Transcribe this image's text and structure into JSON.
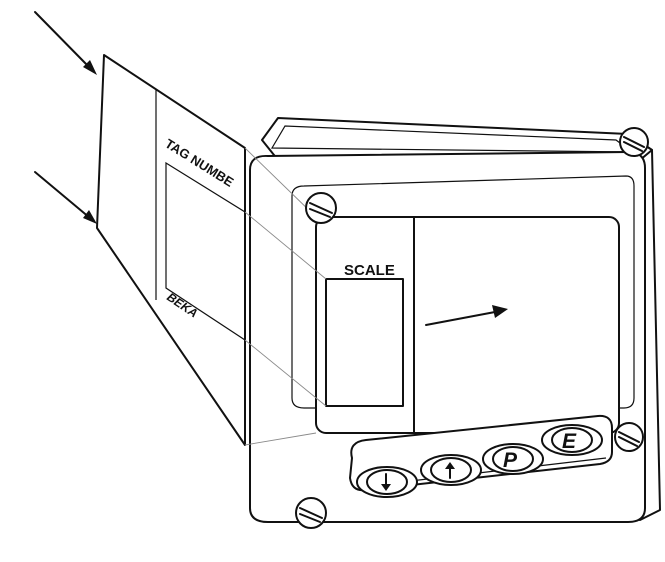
{
  "card": {
    "tag_label": "TAG NUMBE",
    "brand": "BEKA"
  },
  "display": {
    "scale_label": "SCALE"
  },
  "keypad": {
    "down_icon": "arrow-down-icon",
    "up_icon": "arrow-up-icon",
    "p_label": "P",
    "e_label": "E"
  },
  "colors": {
    "line": "#111111",
    "background": "#ffffff"
  }
}
